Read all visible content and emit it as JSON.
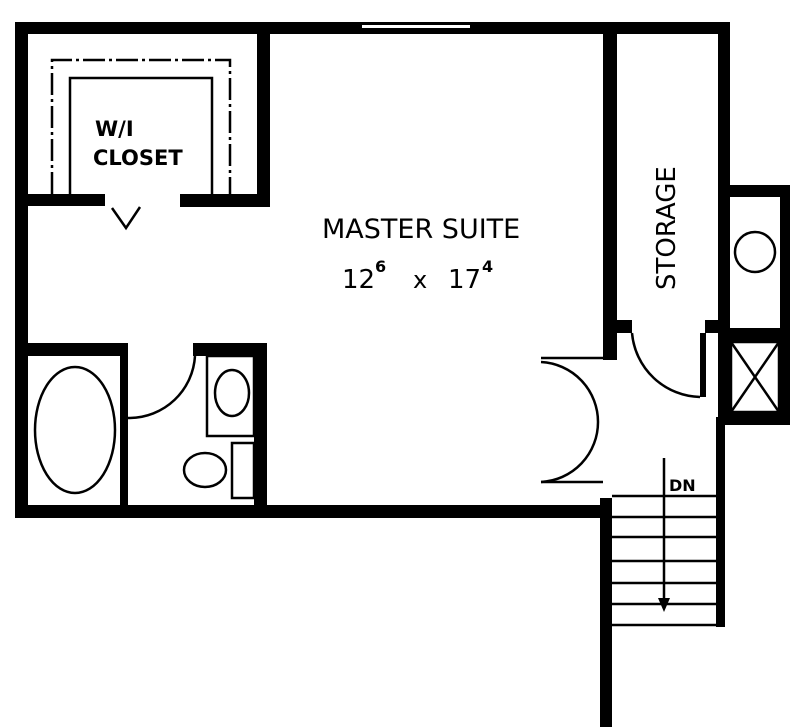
{
  "rooms": {
    "closet_line1": "W/I",
    "closet_line2": "CLOSET",
    "master_name": "MASTER SUITE",
    "master_dim_a": "12",
    "master_dim_a_sup": "6",
    "master_dim_x": "x",
    "master_dim_b": "17",
    "master_dim_b_sup": "4",
    "storage": "STORAGE",
    "stairs": "DN"
  },
  "colors": {
    "ink": "#000000",
    "paper": "#ffffff"
  }
}
